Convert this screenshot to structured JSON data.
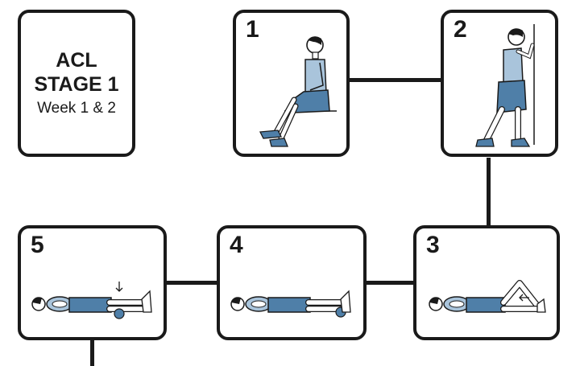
{
  "title": {
    "line1": "ACL",
    "line2": "STAGE 1",
    "line3": "Week 1 & 2"
  },
  "steps": [
    {
      "number": "1"
    },
    {
      "number": "2"
    },
    {
      "number": "3"
    },
    {
      "number": "4"
    },
    {
      "number": "5"
    }
  ],
  "colors": {
    "outline": "#1a1a1a",
    "clothing": "#4f7fa8",
    "clothing_light": "#a9c4db",
    "skin": "#ffffff"
  }
}
